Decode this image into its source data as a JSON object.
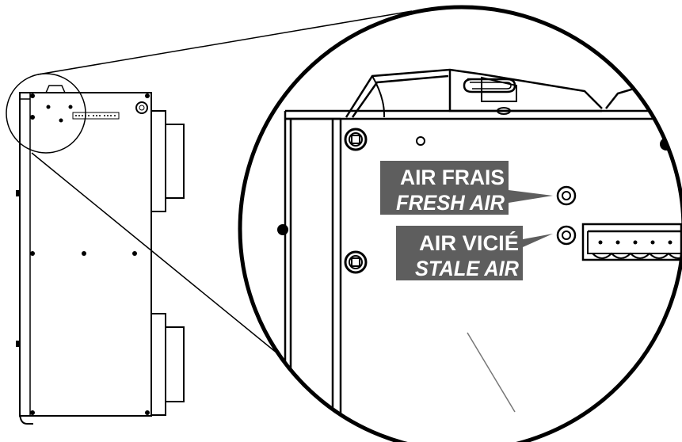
{
  "labels": {
    "fresh_air_fr": "AIR FRAIS",
    "fresh_air_en": "FRESH AIR",
    "stale_air_fr": "AIR VICIÉ",
    "stale_air_en": "STALE AIR"
  },
  "colors": {
    "label_background": "#5e5e5e",
    "label_text": "#ffffff",
    "line_art": "#000000",
    "background": "#ffffff"
  }
}
